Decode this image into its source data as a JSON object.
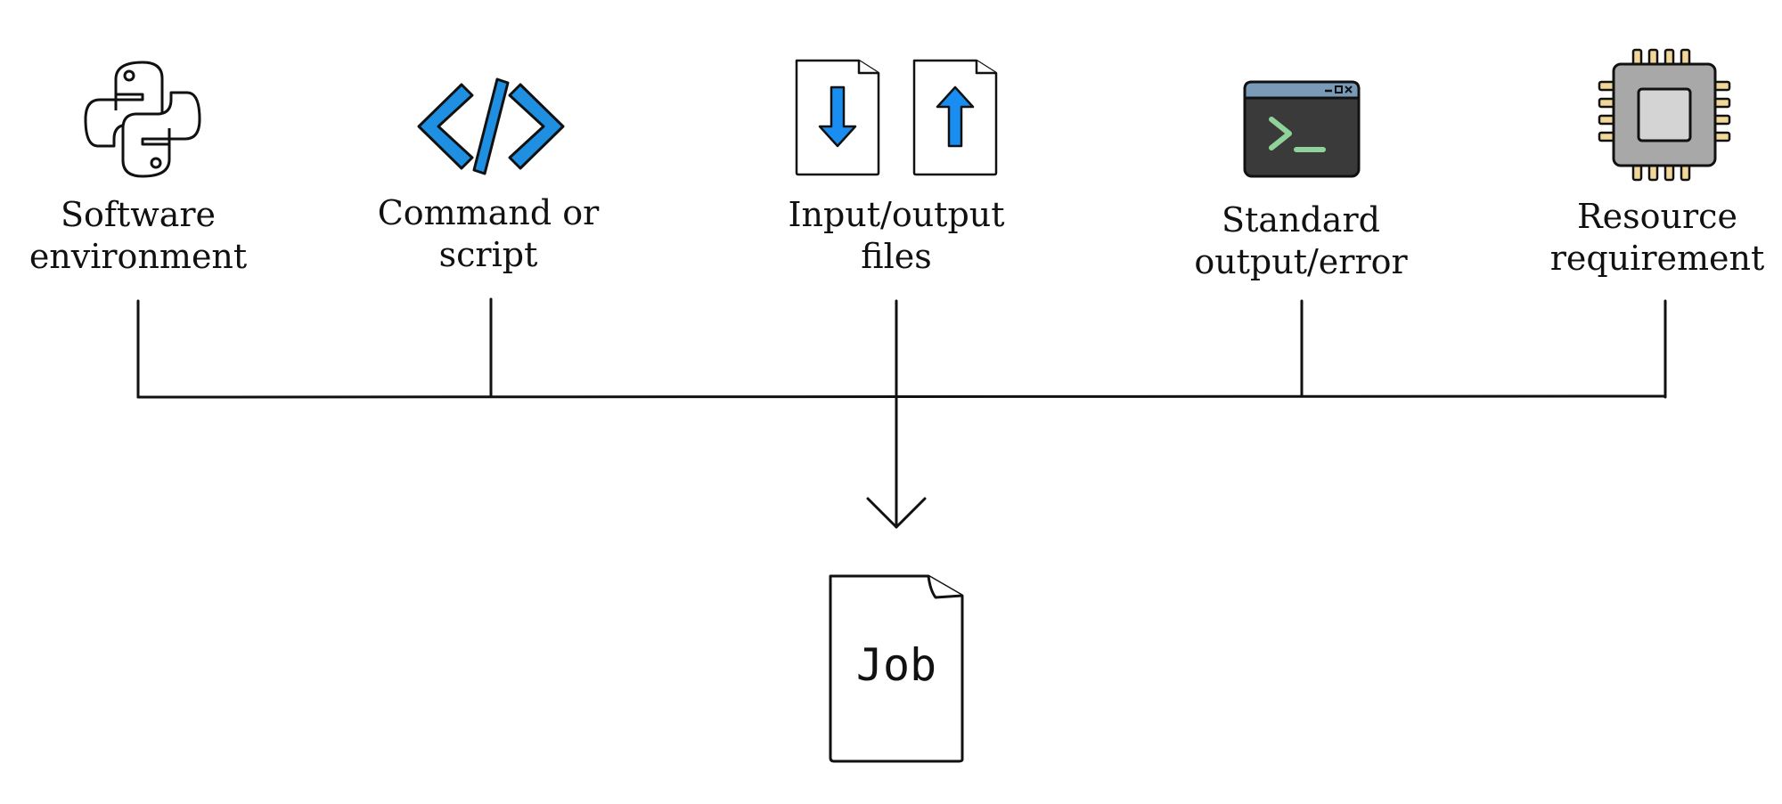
{
  "components": [
    {
      "id": "software",
      "line1": "Software",
      "line2": "environment",
      "icon": "python-icon"
    },
    {
      "id": "command",
      "line1": "Command or",
      "line2": "script",
      "icon": "code-brackets-icon"
    },
    {
      "id": "io",
      "line1": "Input/output",
      "line2": "files",
      "icon": "file-download-upload-icon"
    },
    {
      "id": "stdout",
      "line1": "Standard",
      "line2": "output/error",
      "icon": "terminal-icon"
    },
    {
      "id": "resource",
      "line1": "Resource",
      "line2": "requirement",
      "icon": "cpu-chip-icon"
    }
  ],
  "result": {
    "label": "Job",
    "icon": "document-icon"
  },
  "colors": {
    "stroke": "#111111",
    "code_blue": "#1e8fe1",
    "arrow_blue": "#1a8df0",
    "terminal_bar": "#7a9bb8",
    "terminal_body": "#3a3a3a",
    "terminal_prompt": "#8fd39a",
    "chip_body": "#a8a8a8",
    "chip_core": "#d4d4d4",
    "chip_pins": "#f2d79a"
  }
}
